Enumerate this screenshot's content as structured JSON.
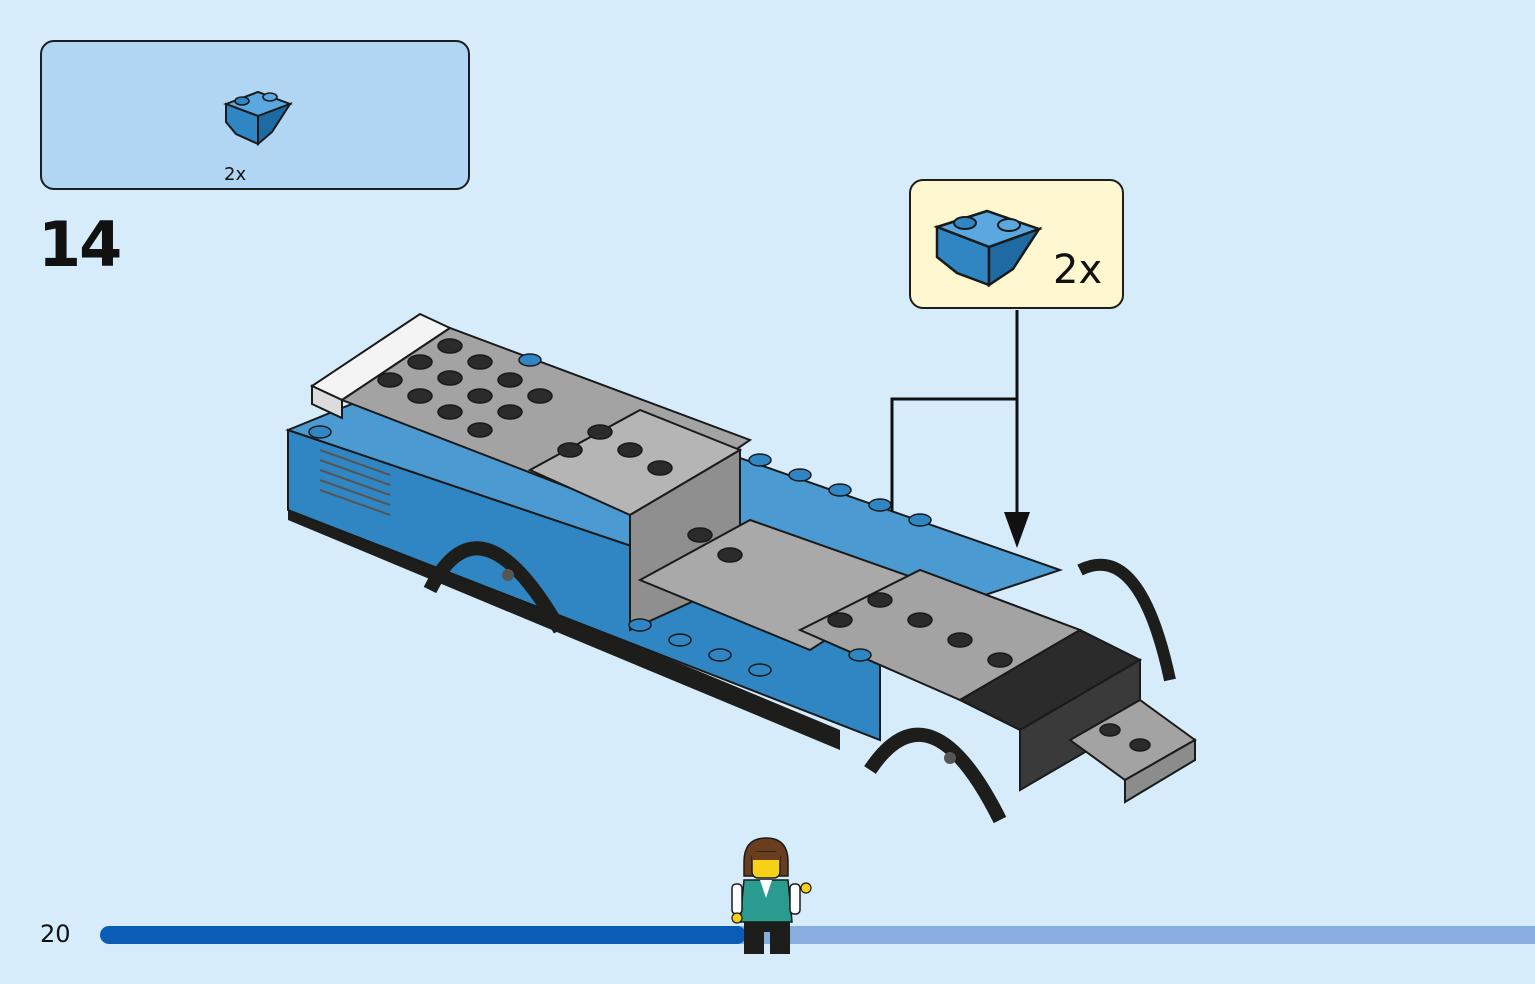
{
  "parts_list": {
    "items": [
      {
        "piece": "blue-inverted-slope-brick-icon",
        "quantity": "2x"
      }
    ]
  },
  "step": {
    "number": "14"
  },
  "callout": {
    "piece": "blue-inverted-slope-brick-icon",
    "quantity": "2x"
  },
  "page": {
    "number": "20"
  },
  "progress": {
    "fraction": 0.45
  },
  "colors": {
    "background": "#d6ecfb",
    "parts_box": "#b0d6f3",
    "callout": "#fff7cf",
    "brick_blue": "#2f86c3",
    "brick_grey": "#a3a3a3",
    "brick_dark": "#2b2b2b",
    "progress_fill": "#0a5cb4",
    "progress_track": "#88aee0"
  }
}
